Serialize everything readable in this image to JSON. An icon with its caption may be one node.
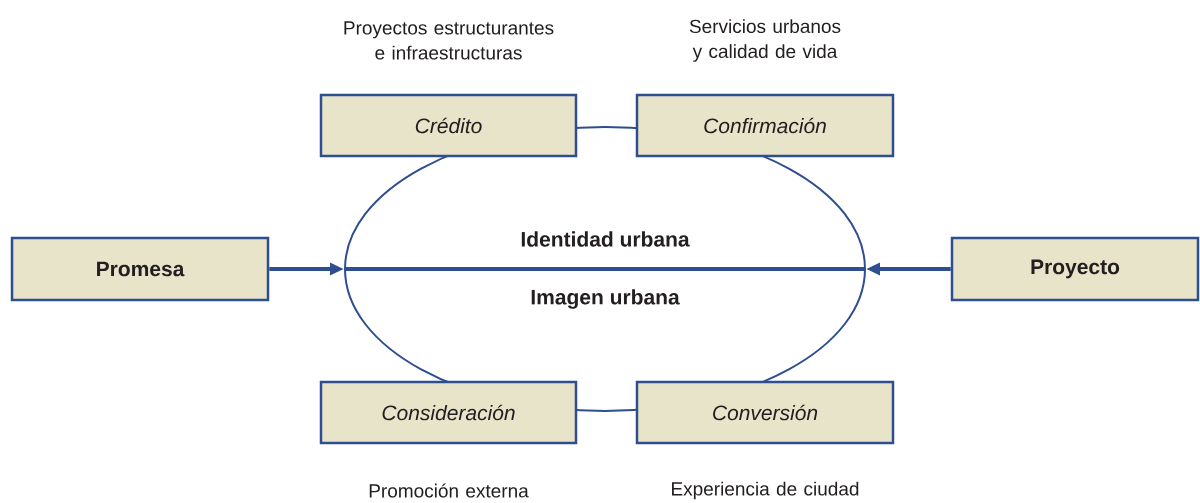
{
  "diagram": {
    "nodes": [
      {
        "text": [
          "*Crédito*"
        ],
        "beside": [
          "Proyectos estructurantes e infraestructuras"
        ]
      },
      {
        "text": [
          "*Confirmación*"
        ],
        "beside": [
          "Servicios urbanos y calidad de vida"
        ]
      },
      {
        "text": [
          "Promesa"
        ]
      },
      {
        "text": [
          "Identidad urbana",
          "Imagen urbana"
        ]
      },
      {
        "text": [
          "Proyecto"
        ]
      },
      {
        "text": [
          "*Consideración*"
        ],
        "beside": [
          "Promoción externa"
        ]
      },
      {
        "text": [
          "*Conversión*"
        ],
        "beside": [
          "Experiencia de ciudad"
        ]
      }
    ],
    "edges": [
      {
        "from": 2,
        "to": 3,
        "arrow": "to"
      },
      {
        "from": 4,
        "to": 3,
        "arrow": "to"
      }
    ]
  }
}
